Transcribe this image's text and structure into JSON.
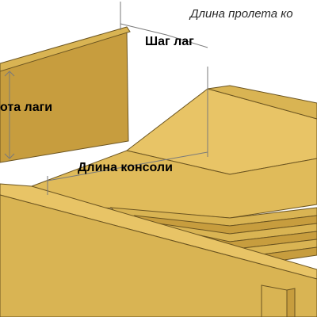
{
  "labels": {
    "span_length": "Длина пролета ко",
    "joist_spacing": "Шаг лаг",
    "joist_height": "ота лаги",
    "cantilever_length": "Длина консоли"
  },
  "colors": {
    "wood_face": "#e8c466",
    "wood_top": "#d9b453",
    "wood_side": "#c79d3e",
    "wood_dark": "#a88236",
    "outline": "#6b5420",
    "dim_line": "#7a7a7a"
  }
}
